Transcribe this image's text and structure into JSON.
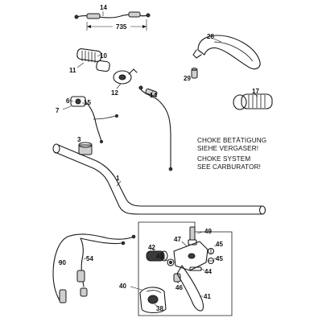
{
  "callouts": {
    "c1": "1",
    "c3": "3",
    "c6": "6",
    "c7": "7",
    "c10": "10",
    "c11": "11",
    "c12": "12",
    "c14a": "14",
    "c14b": "14",
    "c15": "15",
    "c17": "17",
    "c28": "28",
    "c29": "29",
    "c38": "38",
    "c40": "40",
    "c41": "41",
    "c42": "42",
    "c43": "43",
    "c44": "44",
    "c45a": "45",
    "c45b": "45",
    "c46": "46",
    "c47": "47",
    "c49": "49",
    "c54": "54",
    "c90": "90"
  },
  "dimension": {
    "cable_length": "735"
  },
  "choke_note": {
    "de_line1": "CHOKE BETÄTIGUNG",
    "de_line2": "SIEHE VERGASER!",
    "en_line1": "CHOKE SYSTEM",
    "en_line2": "SEE CARBURATOR!"
  }
}
